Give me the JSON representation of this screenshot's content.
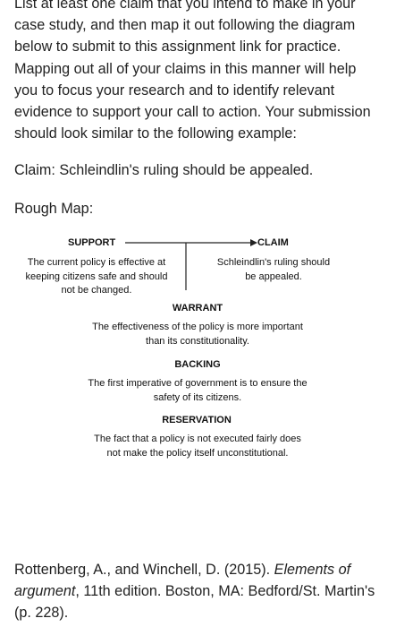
{
  "intro": {
    "text": "List at least one claim that you intend to make in your case study, and then map it out following the diagram below to submit to this assignment link for practice. Mapping out all of your claims in this manner will help you to focus your research and to identify relevant evidence to support your call to action. Your submission should look similar to the following example:"
  },
  "claim_line": "Claim: Schleindlin's ruling should be appealed.",
  "rough_map_label": "Rough Map:",
  "diagram": {
    "support_heading": "SUPPORT",
    "support_text": "The current policy is effective at keeping citizens safe and should not be changed.",
    "claim_heading": "CLAIM",
    "claim_text": "Schleindlin's ruling should be appealed.",
    "warrant_heading": "WARRANT",
    "warrant_text": "The effectiveness of the policy is more important than its constitutionality.",
    "backing_heading": "BACKING",
    "backing_text": "The first imperative of government is to ensure the safety of its citizens.",
    "reservation_heading": "RESERVATION",
    "reservation_text": "The fact that a policy is not executed fairly does not make the policy itself unconstitutional."
  },
  "citation": {
    "authors": "Rottenberg, A., and Winchell, D. (2015).",
    "title": "Elements of argument",
    "rest": ", 11th edition. Boston, MA: Bedford/St. Martin's (p. 228)."
  }
}
